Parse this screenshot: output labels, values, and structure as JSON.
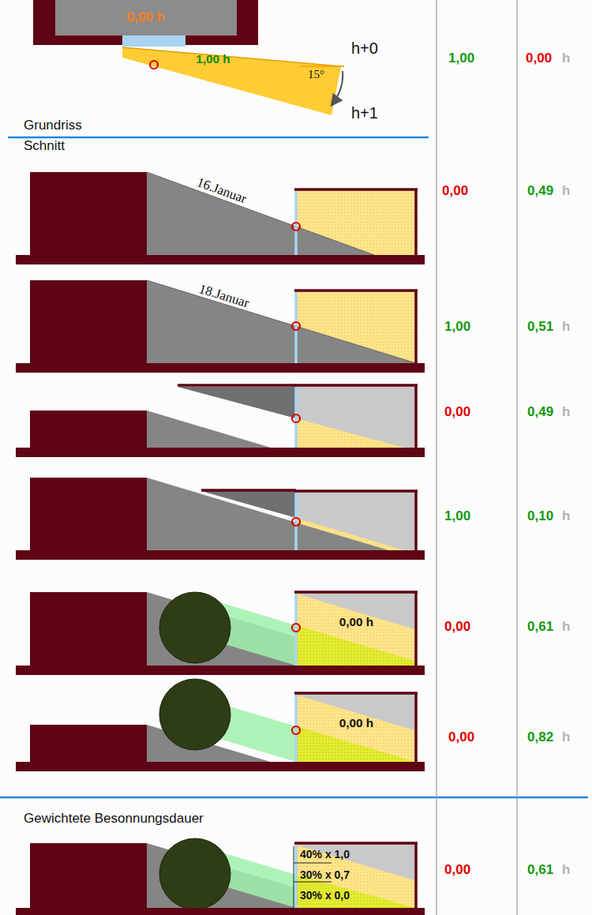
{
  "diagram": {
    "nodes": [
      {
        "text": [
          "0,00 h"
        ]
      },
      {
        "text": [
          "1,00 h"
        ]
      },
      {
        "text": [
          "0,00 h"
        ]
      },
      {
        "text": [
          "0,00 h"
        ]
      },
      {
        "text": [
          "40% x 1,0",
          "30% x 0,7",
          "30% x 0,0"
        ]
      }
    ],
    "labels": [
      "h+0",
      "15°",
      "h+1",
      "1,00",
      "0,00",
      "h",
      "Grundriss",
      "Schnitt",
      "16.Januar",
      "0,00",
      "0,49",
      "h",
      "18.Januar",
      "1,00",
      "0,51",
      "h",
      "0,00",
      "0,49",
      "h",
      "1,00",
      "0,10",
      "h",
      "0,00",
      "0,61",
      "h",
      "0,00",
      "0,82",
      "h",
      "Gewichtete Besonnungsdauer",
      "0,00",
      "0,61",
      "h"
    ]
  }
}
